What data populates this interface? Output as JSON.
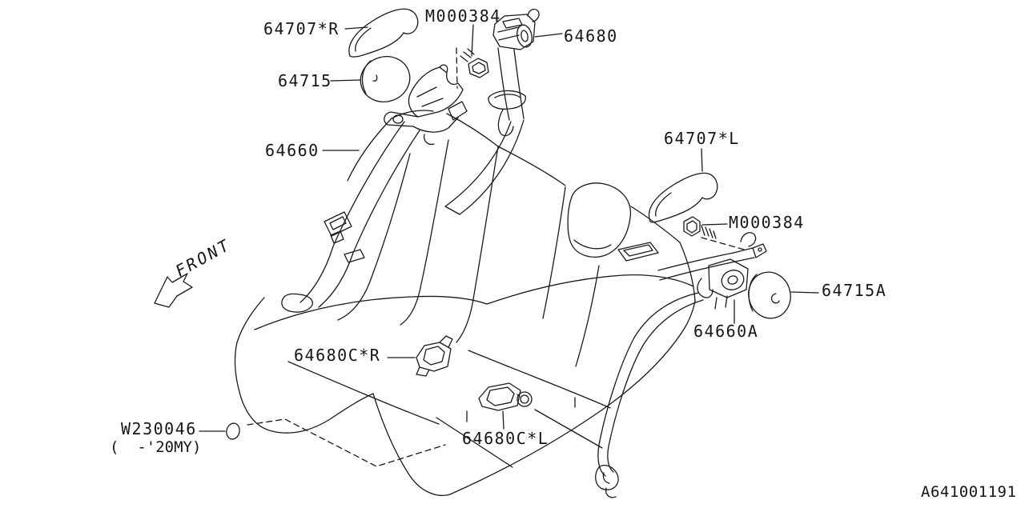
{
  "drawing_number": "A641001191",
  "front_label": "FRONT",
  "labels": {
    "l64707r": "64707*R",
    "m000384_top": "M000384",
    "l64680": "64680",
    "l64715": "64715",
    "l64660": "64660",
    "l64707l": "64707*L",
    "m000384_right": "M000384",
    "l64715a": "64715A",
    "l64660a": "64660A",
    "l64680cr": "64680C*R",
    "l64680cl": "64680C*L",
    "w230046": "W230046",
    "w230046_note": "(  -'20MY)"
  }
}
